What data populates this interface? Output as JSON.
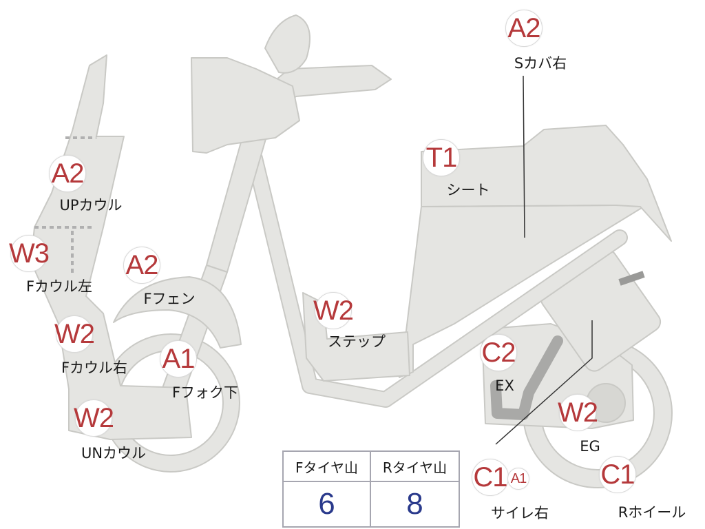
{
  "parts": [
    {
      "id": "s-cover-right",
      "code": "A2",
      "label": "Sカバ右"
    },
    {
      "id": "seat",
      "code": "T1",
      "label": "シート"
    },
    {
      "id": "up-cowl",
      "code": "A2",
      "label": "UPカウル"
    },
    {
      "id": "f-cowl-left",
      "code": "W3",
      "label": "Fカウル左"
    },
    {
      "id": "f-fender",
      "code": "A2",
      "label": "Fフェン"
    },
    {
      "id": "step",
      "code": "W2",
      "label": "ステップ"
    },
    {
      "id": "f-cowl-right",
      "code": "W2",
      "label": "Fカウル右"
    },
    {
      "id": "f-fork-lower",
      "code": "A1",
      "label": "Fフォク下"
    },
    {
      "id": "exhaust",
      "code": "C2",
      "label": "EX"
    },
    {
      "id": "un-cowl",
      "code": "W2",
      "label": "UNカウル"
    },
    {
      "id": "engine",
      "code": "W2",
      "label": "EG"
    },
    {
      "id": "r-wheel",
      "code": "C1",
      "label": "Rホイール"
    },
    {
      "id": "silencer-right",
      "code": "C1",
      "code2": "A1",
      "label": "サイレ右"
    }
  ],
  "tread_table": {
    "headers": [
      "Fタイヤ山",
      "Rタイヤ山"
    ],
    "values": [
      "6",
      "8"
    ]
  },
  "colors": {
    "body_fill": "#e5e5e2",
    "body_stroke": "#c9c9c5",
    "marker_text": "#b5393b",
    "value_text": "#2a3a8c"
  }
}
